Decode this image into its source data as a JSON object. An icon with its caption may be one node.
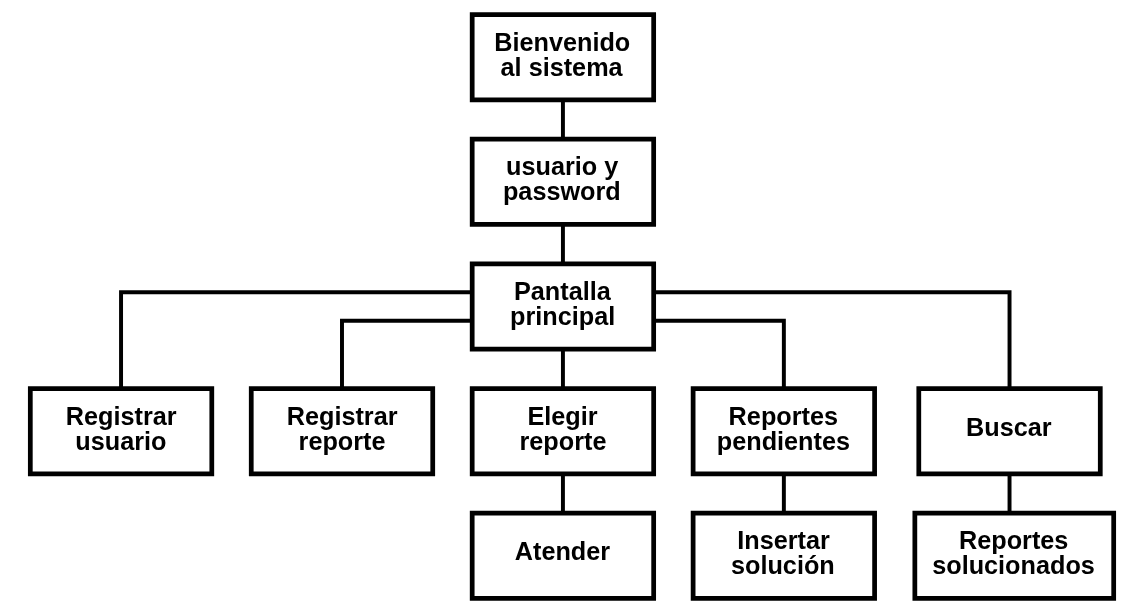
{
  "diagram": {
    "nodes": [
      {
        "text": [
          "Bienvenido al sistema"
        ]
      },
      {
        "text": [
          "usuario y password"
        ]
      },
      {
        "text": [
          "Pantalla principal"
        ]
      },
      {
        "text": [
          "Registrar usuario"
        ]
      },
      {
        "text": [
          "Registrar reporte"
        ]
      },
      {
        "text": [
          "Elegir reporte"
        ]
      },
      {
        "text": [
          "Reportes pendientes"
        ]
      },
      {
        "text": [
          "Buscar"
        ]
      },
      {
        "text": [
          "Atender"
        ]
      },
      {
        "text": [
          "Insertar solución"
        ]
      },
      {
        "text": [
          "Reportes solucionados"
        ]
      }
    ],
    "edges": [
      {
        "from": 0,
        "to": 1,
        "arrow": "none"
      },
      {
        "from": 1,
        "to": 2,
        "arrow": "none"
      },
      {
        "from": 2,
        "to": 3,
        "arrow": "none"
      },
      {
        "from": 2,
        "to": 4,
        "arrow": "none"
      },
      {
        "from": 2,
        "to": 5,
        "arrow": "none"
      },
      {
        "from": 2,
        "to": 6,
        "arrow": "none"
      },
      {
        "from": 2,
        "to": 7,
        "arrow": "none"
      },
      {
        "from": 5,
        "to": 8,
        "arrow": "none"
      },
      {
        "from": 6,
        "to": 9,
        "arrow": "none"
      },
      {
        "from": 7,
        "to": 10,
        "arrow": "none"
      }
    ]
  }
}
